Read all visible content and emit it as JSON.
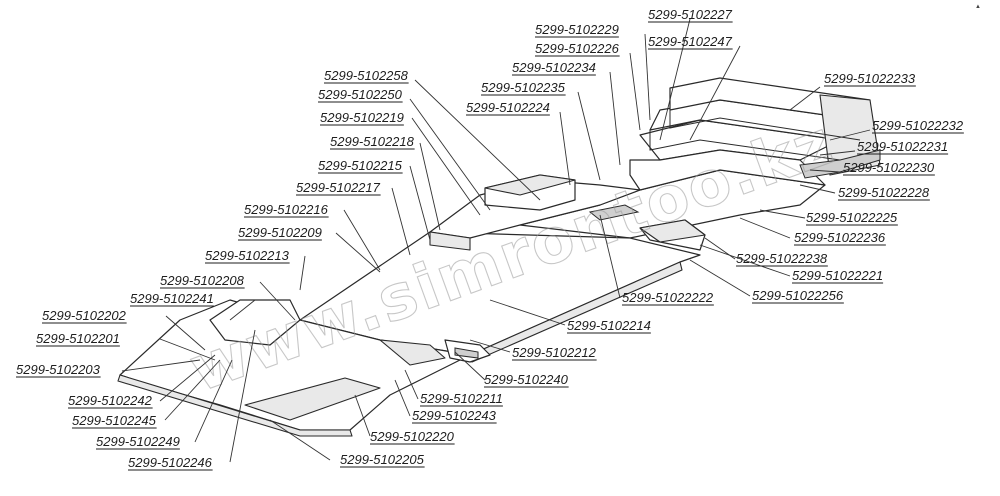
{
  "diagram": {
    "labels": [
      "5299-5102227",
      "5299-5102229",
      "5299-5102226",
      "5299-5102247",
      "5299-5102234",
      "5299-51022233",
      "5299-5102258",
      "5299-5102235",
      "5299-5102250",
      "5299-5102224",
      "5299-51022232",
      "5299-5102219",
      "5299-51022231",
      "5299-5102218",
      "5299-51022230",
      "5299-5102215",
      "5299-51022228",
      "5299-5102217",
      "5299-51022225",
      "5299-5102216",
      "5299-51022236",
      "5299-5102209",
      "5299-51022238",
      "5299-5102213",
      "5299-51022221",
      "5299-5102208",
      "5299-51022256",
      "5299-5102241",
      "5299-51022222",
      "5299-5102202",
      "5299-5102214",
      "5299-5102201",
      "5299-5102212",
      "5299-5102203",
      "5299-5102240",
      "5299-5102242",
      "5299-5102211",
      "5299-5102245",
      "5299-5102243",
      "5299-5102249",
      "5299-5102220",
      "5299-5102246",
      "5299-5102205"
    ],
    "watermark": "www.simrontoo.kz"
  }
}
